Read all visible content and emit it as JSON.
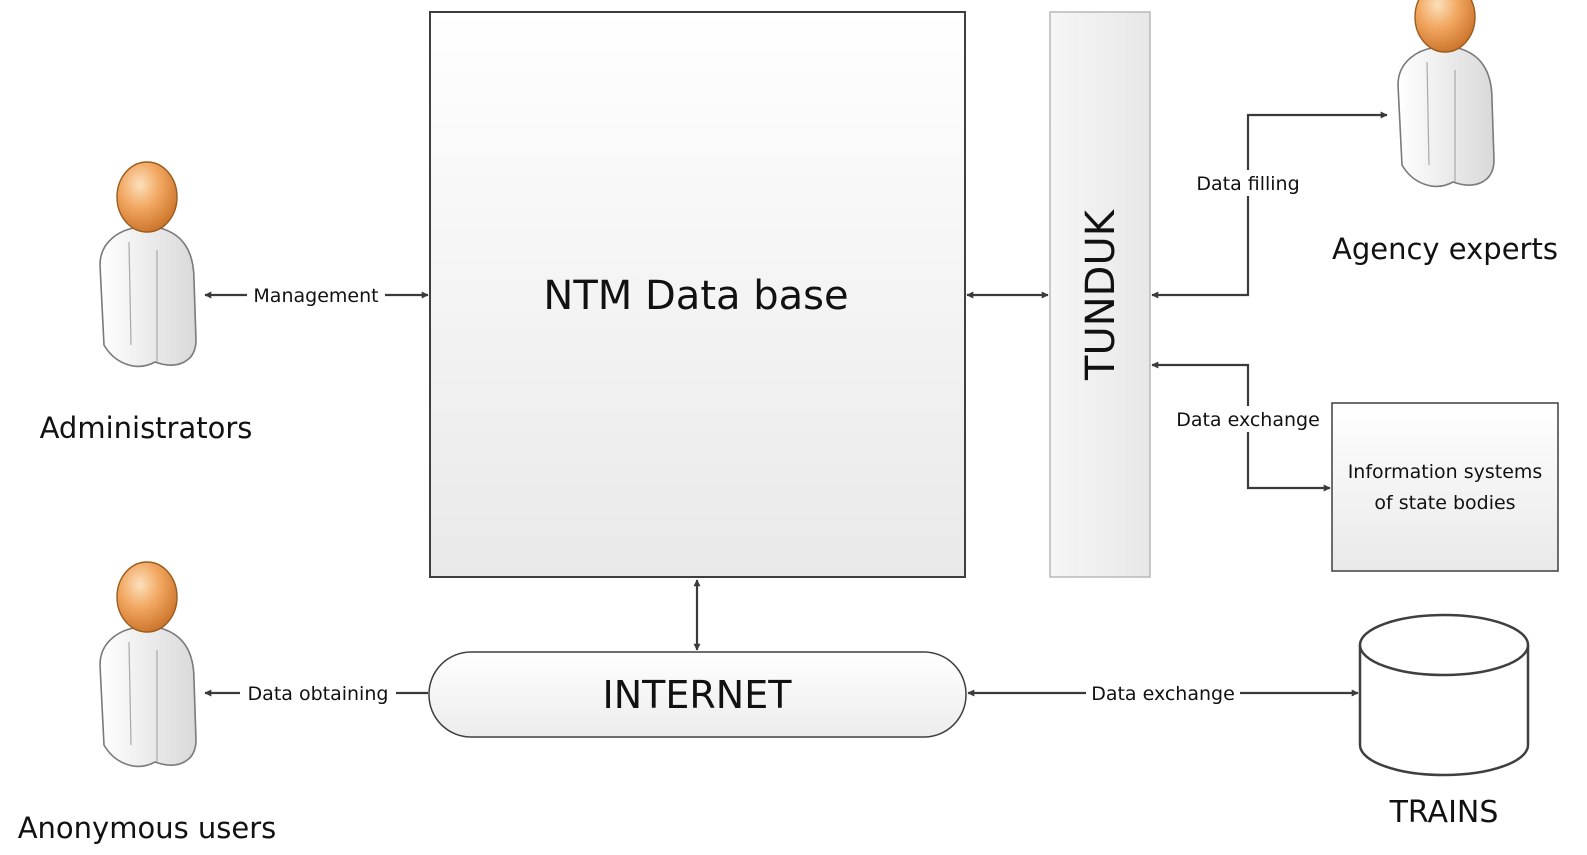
{
  "nodes": {
    "database": "NTM Data base",
    "tunduk": "TUNDUK",
    "internet": "INTERNET",
    "info_systems_line1": "Information systems",
    "info_systems_line2": "of state bodies",
    "trains": "TRAINS"
  },
  "actors": {
    "administrators": "Administrators",
    "agency_experts": "Agency experts",
    "anonymous_users": "Anonymous users"
  },
  "connections": {
    "management": "Management",
    "data_filling": "Data filling",
    "data_exchange_tunduk": "Data exchange",
    "data_obtaining": "Data obtaining",
    "data_exchange_trains": "Data exchange"
  }
}
